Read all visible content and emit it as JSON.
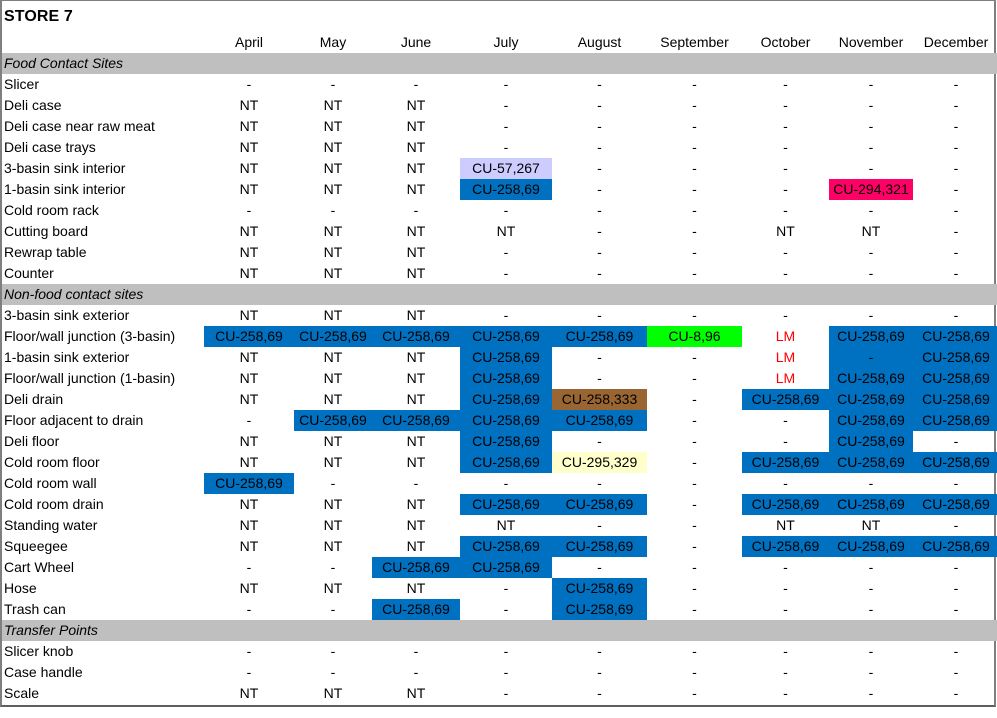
{
  "title": "STORE 7",
  "months": [
    "April",
    "May",
    "June",
    "July",
    "August",
    "September",
    "October",
    "November",
    "December"
  ],
  "legend_colors": {
    "blue": "#0070c0",
    "lavender": "#ccccff",
    "pink": "#ff0066",
    "green": "#00ff00",
    "brown": "#996633",
    "yellow": "#ffffcc",
    "red_text": "#ff0000",
    "section_gray": "#bfbfbf"
  },
  "sections": [
    {
      "name": "Food Contact Sites",
      "rows": [
        {
          "site": "Slicer",
          "cells": [
            [
              "-"
            ],
            [
              "-"
            ],
            [
              "-"
            ],
            [
              "-"
            ],
            [
              "-"
            ],
            [
              "-"
            ],
            [
              "-"
            ],
            [
              "-"
            ],
            [
              "-"
            ]
          ]
        },
        {
          "site": "Deli case",
          "cells": [
            [
              "NT"
            ],
            [
              "NT"
            ],
            [
              "NT"
            ],
            [
              "-"
            ],
            [
              "-"
            ],
            [
              "-"
            ],
            [
              "-"
            ],
            [
              "-"
            ],
            [
              "-"
            ]
          ]
        },
        {
          "site": "Deli case near raw meat",
          "cells": [
            [
              "NT"
            ],
            [
              "NT"
            ],
            [
              "NT"
            ],
            [
              "-"
            ],
            [
              "-"
            ],
            [
              "-"
            ],
            [
              "-"
            ],
            [
              "-"
            ],
            [
              "-"
            ]
          ]
        },
        {
          "site": "Deli case trays",
          "cells": [
            [
              "NT"
            ],
            [
              "NT"
            ],
            [
              "NT"
            ],
            [
              "-"
            ],
            [
              "-"
            ],
            [
              "-"
            ],
            [
              "-"
            ],
            [
              "-"
            ],
            [
              "-"
            ]
          ]
        },
        {
          "site": "3-basin sink interior",
          "cells": [
            [
              "NT"
            ],
            [
              "NT"
            ],
            [
              "NT"
            ],
            [
              "CU-57,267",
              "lav"
            ],
            [
              "-"
            ],
            [
              "-"
            ],
            [
              "-"
            ],
            [
              "-"
            ],
            [
              "-"
            ]
          ]
        },
        {
          "site": "1-basin sink interior",
          "cells": [
            [
              "NT"
            ],
            [
              "NT"
            ],
            [
              "NT"
            ],
            [
              "CU-258,69",
              "blue"
            ],
            [
              "-"
            ],
            [
              "-"
            ],
            [
              "-"
            ],
            [
              "CU-294,321",
              "pink"
            ],
            [
              "-"
            ]
          ]
        },
        {
          "site": "Cold room rack",
          "cells": [
            [
              "-"
            ],
            [
              "-"
            ],
            [
              "-"
            ],
            [
              "-"
            ],
            [
              "-"
            ],
            [
              "-"
            ],
            [
              "-"
            ],
            [
              "-"
            ],
            [
              "-"
            ]
          ]
        },
        {
          "site": "Cutting board",
          "cells": [
            [
              "NT"
            ],
            [
              "NT"
            ],
            [
              "NT"
            ],
            [
              "NT"
            ],
            [
              "-"
            ],
            [
              "-"
            ],
            [
              "NT"
            ],
            [
              "NT"
            ],
            [
              "-"
            ]
          ]
        },
        {
          "site": "Rewrap table",
          "cells": [
            [
              "NT"
            ],
            [
              "NT"
            ],
            [
              "NT"
            ],
            [
              "-"
            ],
            [
              "-"
            ],
            [
              "-"
            ],
            [
              "-"
            ],
            [
              "-"
            ],
            [
              "-"
            ]
          ]
        },
        {
          "site": "Counter",
          "cells": [
            [
              "NT"
            ],
            [
              "NT"
            ],
            [
              "NT"
            ],
            [
              "-"
            ],
            [
              "-"
            ],
            [
              "-"
            ],
            [
              "-"
            ],
            [
              "-"
            ],
            [
              "-"
            ]
          ]
        }
      ]
    },
    {
      "name": "Non-food contact sites",
      "rows": [
        {
          "site": "3-basin sink exterior",
          "cells": [
            [
              "NT"
            ],
            [
              "NT"
            ],
            [
              "NT"
            ],
            [
              "-"
            ],
            [
              "-"
            ],
            [
              "-"
            ],
            [
              "-"
            ],
            [
              "-"
            ],
            [
              "-"
            ]
          ]
        },
        {
          "site": "Floor/wall junction (3-basin)",
          "cells": [
            [
              "CU-258,69",
              "blue"
            ],
            [
              "CU-258,69",
              "blue"
            ],
            [
              "CU-258,69",
              "blue"
            ],
            [
              "CU-258,69",
              "blue"
            ],
            [
              "CU-258,69",
              "blue"
            ],
            [
              "CU-8,96",
              "green"
            ],
            [
              "LM",
              "red"
            ],
            [
              "CU-258,69",
              "blue"
            ],
            [
              "CU-258,69",
              "blue"
            ]
          ]
        },
        {
          "site": "1-basin sink exterior",
          "cells": [
            [
              "NT"
            ],
            [
              "NT"
            ],
            [
              "NT"
            ],
            [
              "CU-258,69",
              "blue"
            ],
            [
              "-"
            ],
            [
              "-"
            ],
            [
              "LM",
              "red"
            ],
            [
              "-",
              "blue"
            ],
            [
              "CU-258,69",
              "blue"
            ]
          ]
        },
        {
          "site": "Floor/wall junction (1-basin)",
          "cells": [
            [
              "NT"
            ],
            [
              "NT"
            ],
            [
              "NT"
            ],
            [
              "CU-258,69",
              "blue"
            ],
            [
              "-"
            ],
            [
              "-"
            ],
            [
              "LM",
              "red"
            ],
            [
              "CU-258,69",
              "blue"
            ],
            [
              "CU-258,69",
              "blue"
            ]
          ]
        },
        {
          "site": "Deli drain",
          "cells": [
            [
              "NT"
            ],
            [
              "NT"
            ],
            [
              "NT"
            ],
            [
              "CU-258,69",
              "blue"
            ],
            [
              "CU-258,333",
              "brown"
            ],
            [
              "-"
            ],
            [
              "CU-258,69",
              "blue"
            ],
            [
              "CU-258,69",
              "blue"
            ],
            [
              "CU-258,69",
              "blue"
            ]
          ]
        },
        {
          "site": "Floor adjacent to drain",
          "cells": [
            [
              "-"
            ],
            [
              "CU-258,69",
              "blue"
            ],
            [
              "CU-258,69",
              "blue"
            ],
            [
              "CU-258,69",
              "blue"
            ],
            [
              "CU-258,69",
              "blue"
            ],
            [
              "-"
            ],
            [
              "-"
            ],
            [
              "CU-258,69",
              "blue"
            ],
            [
              "CU-258,69",
              "blue"
            ]
          ]
        },
        {
          "site": "Deli floor",
          "cells": [
            [
              "NT"
            ],
            [
              "NT"
            ],
            [
              "NT"
            ],
            [
              "CU-258,69",
              "blue"
            ],
            [
              "-"
            ],
            [
              "-"
            ],
            [
              "-"
            ],
            [
              "CU-258,69",
              "blue"
            ],
            [
              "-"
            ]
          ]
        },
        {
          "site": "Cold room floor",
          "cells": [
            [
              "NT"
            ],
            [
              "NT"
            ],
            [
              "NT"
            ],
            [
              "CU-258,69",
              "blue"
            ],
            [
              "CU-295,329",
              "yellow"
            ],
            [
              "-"
            ],
            [
              "CU-258,69",
              "blue"
            ],
            [
              "CU-258,69",
              "blue"
            ],
            [
              "CU-258,69",
              "blue"
            ]
          ]
        },
        {
          "site": "Cold room wall",
          "cells": [
            [
              "CU-258,69",
              "blue"
            ],
            [
              "-"
            ],
            [
              "-"
            ],
            [
              "-"
            ],
            [
              "-"
            ],
            [
              "-"
            ],
            [
              "-"
            ],
            [
              "-"
            ],
            [
              "-"
            ]
          ]
        },
        {
          "site": "Cold room drain",
          "cells": [
            [
              "NT"
            ],
            [
              "NT"
            ],
            [
              "NT"
            ],
            [
              "CU-258,69",
              "blue"
            ],
            [
              "CU-258,69",
              "blue"
            ],
            [
              "-"
            ],
            [
              "CU-258,69",
              "blue"
            ],
            [
              "CU-258,69",
              "blue"
            ],
            [
              "CU-258,69",
              "blue"
            ]
          ]
        },
        {
          "site": "Standing water",
          "cells": [
            [
              "NT"
            ],
            [
              "NT"
            ],
            [
              "NT"
            ],
            [
              "NT"
            ],
            [
              "-"
            ],
            [
              "-"
            ],
            [
              "NT"
            ],
            [
              "NT"
            ],
            [
              "-"
            ]
          ]
        },
        {
          "site": "Squeegee",
          "cells": [
            [
              "NT"
            ],
            [
              "NT"
            ],
            [
              "NT"
            ],
            [
              "CU-258,69",
              "blue"
            ],
            [
              "CU-258,69",
              "blue"
            ],
            [
              "-"
            ],
            [
              "CU-258,69",
              "blue"
            ],
            [
              "CU-258,69",
              "blue"
            ],
            [
              "CU-258,69",
              "blue"
            ]
          ]
        },
        {
          "site": "Cart Wheel",
          "cells": [
            [
              "-"
            ],
            [
              "-"
            ],
            [
              "CU-258,69",
              "blue"
            ],
            [
              "CU-258,69",
              "blue"
            ],
            [
              "-"
            ],
            [
              "-"
            ],
            [
              "-"
            ],
            [
              "-"
            ],
            [
              "-"
            ]
          ]
        },
        {
          "site": "Hose",
          "cells": [
            [
              "NT"
            ],
            [
              "NT"
            ],
            [
              "NT"
            ],
            [
              "-"
            ],
            [
              "CU-258,69",
              "blue"
            ],
            [
              "-"
            ],
            [
              "-"
            ],
            [
              "-"
            ],
            [
              "-"
            ]
          ]
        },
        {
          "site": "Trash can",
          "cells": [
            [
              "-"
            ],
            [
              "-"
            ],
            [
              "CU-258,69",
              "blue"
            ],
            [
              "-"
            ],
            [
              "CU-258,69",
              "blue"
            ],
            [
              "-"
            ],
            [
              "-"
            ],
            [
              "-"
            ],
            [
              "-"
            ]
          ]
        }
      ]
    },
    {
      "name": "Transfer Points",
      "rows": [
        {
          "site": "Slicer knob",
          "cells": [
            [
              "-"
            ],
            [
              "-"
            ],
            [
              "-"
            ],
            [
              "-"
            ],
            [
              "-"
            ],
            [
              "-"
            ],
            [
              "-"
            ],
            [
              "-"
            ],
            [
              "-"
            ]
          ]
        },
        {
          "site": "Case handle",
          "cells": [
            [
              "-"
            ],
            [
              "-"
            ],
            [
              "-"
            ],
            [
              "-"
            ],
            [
              "-"
            ],
            [
              "-"
            ],
            [
              "-"
            ],
            [
              "-"
            ],
            [
              "-"
            ]
          ]
        },
        {
          "site": "Scale",
          "cells": [
            [
              "NT"
            ],
            [
              "NT"
            ],
            [
              "NT"
            ],
            [
              "-"
            ],
            [
              "-"
            ],
            [
              "-"
            ],
            [
              "-"
            ],
            [
              "-"
            ],
            [
              "-"
            ]
          ]
        }
      ]
    }
  ]
}
